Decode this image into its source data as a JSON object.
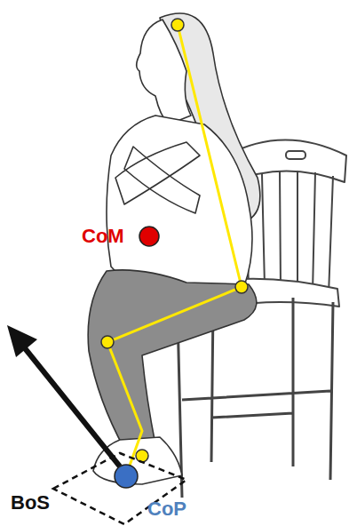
{
  "diagram": {
    "nodes": [
      {
        "text": [
          "CoM"
        ]
      },
      {
        "text": [
          "BoS"
        ]
      },
      {
        "text": [
          "CoP"
        ]
      }
    ]
  }
}
